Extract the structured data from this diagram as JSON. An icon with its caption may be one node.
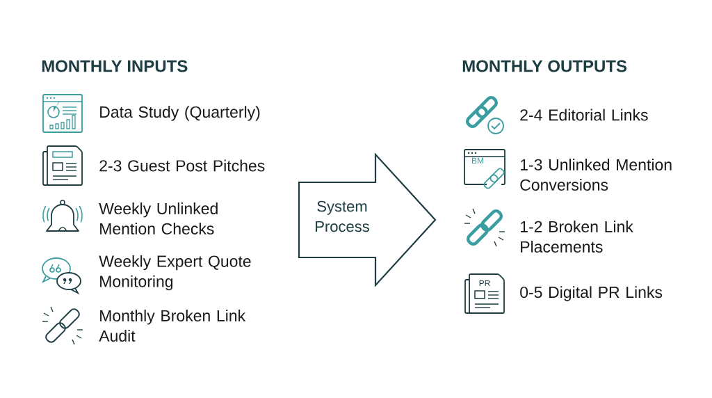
{
  "diagram": {
    "nodes": [
      {
        "text": [
          "System Process"
        ]
      }
    ],
    "labels": [
      "MONTHLY INPUTS",
      "Data Study (Quarterly)",
      "2-3 Guest Post Pitches",
      "Weekly Unlinked Mention Checks",
      "Weekly Expert Quote Monitoring",
      "Monthly Broken Link Audit",
      "MONTHLY OUTPUTS",
      "2-4 Editorial Links",
      "BM",
      "1-3 Unlinked Mention Conversions",
      "1-2 Broken Link Placements",
      "PR",
      "0-5 Digital PR Links"
    ]
  }
}
